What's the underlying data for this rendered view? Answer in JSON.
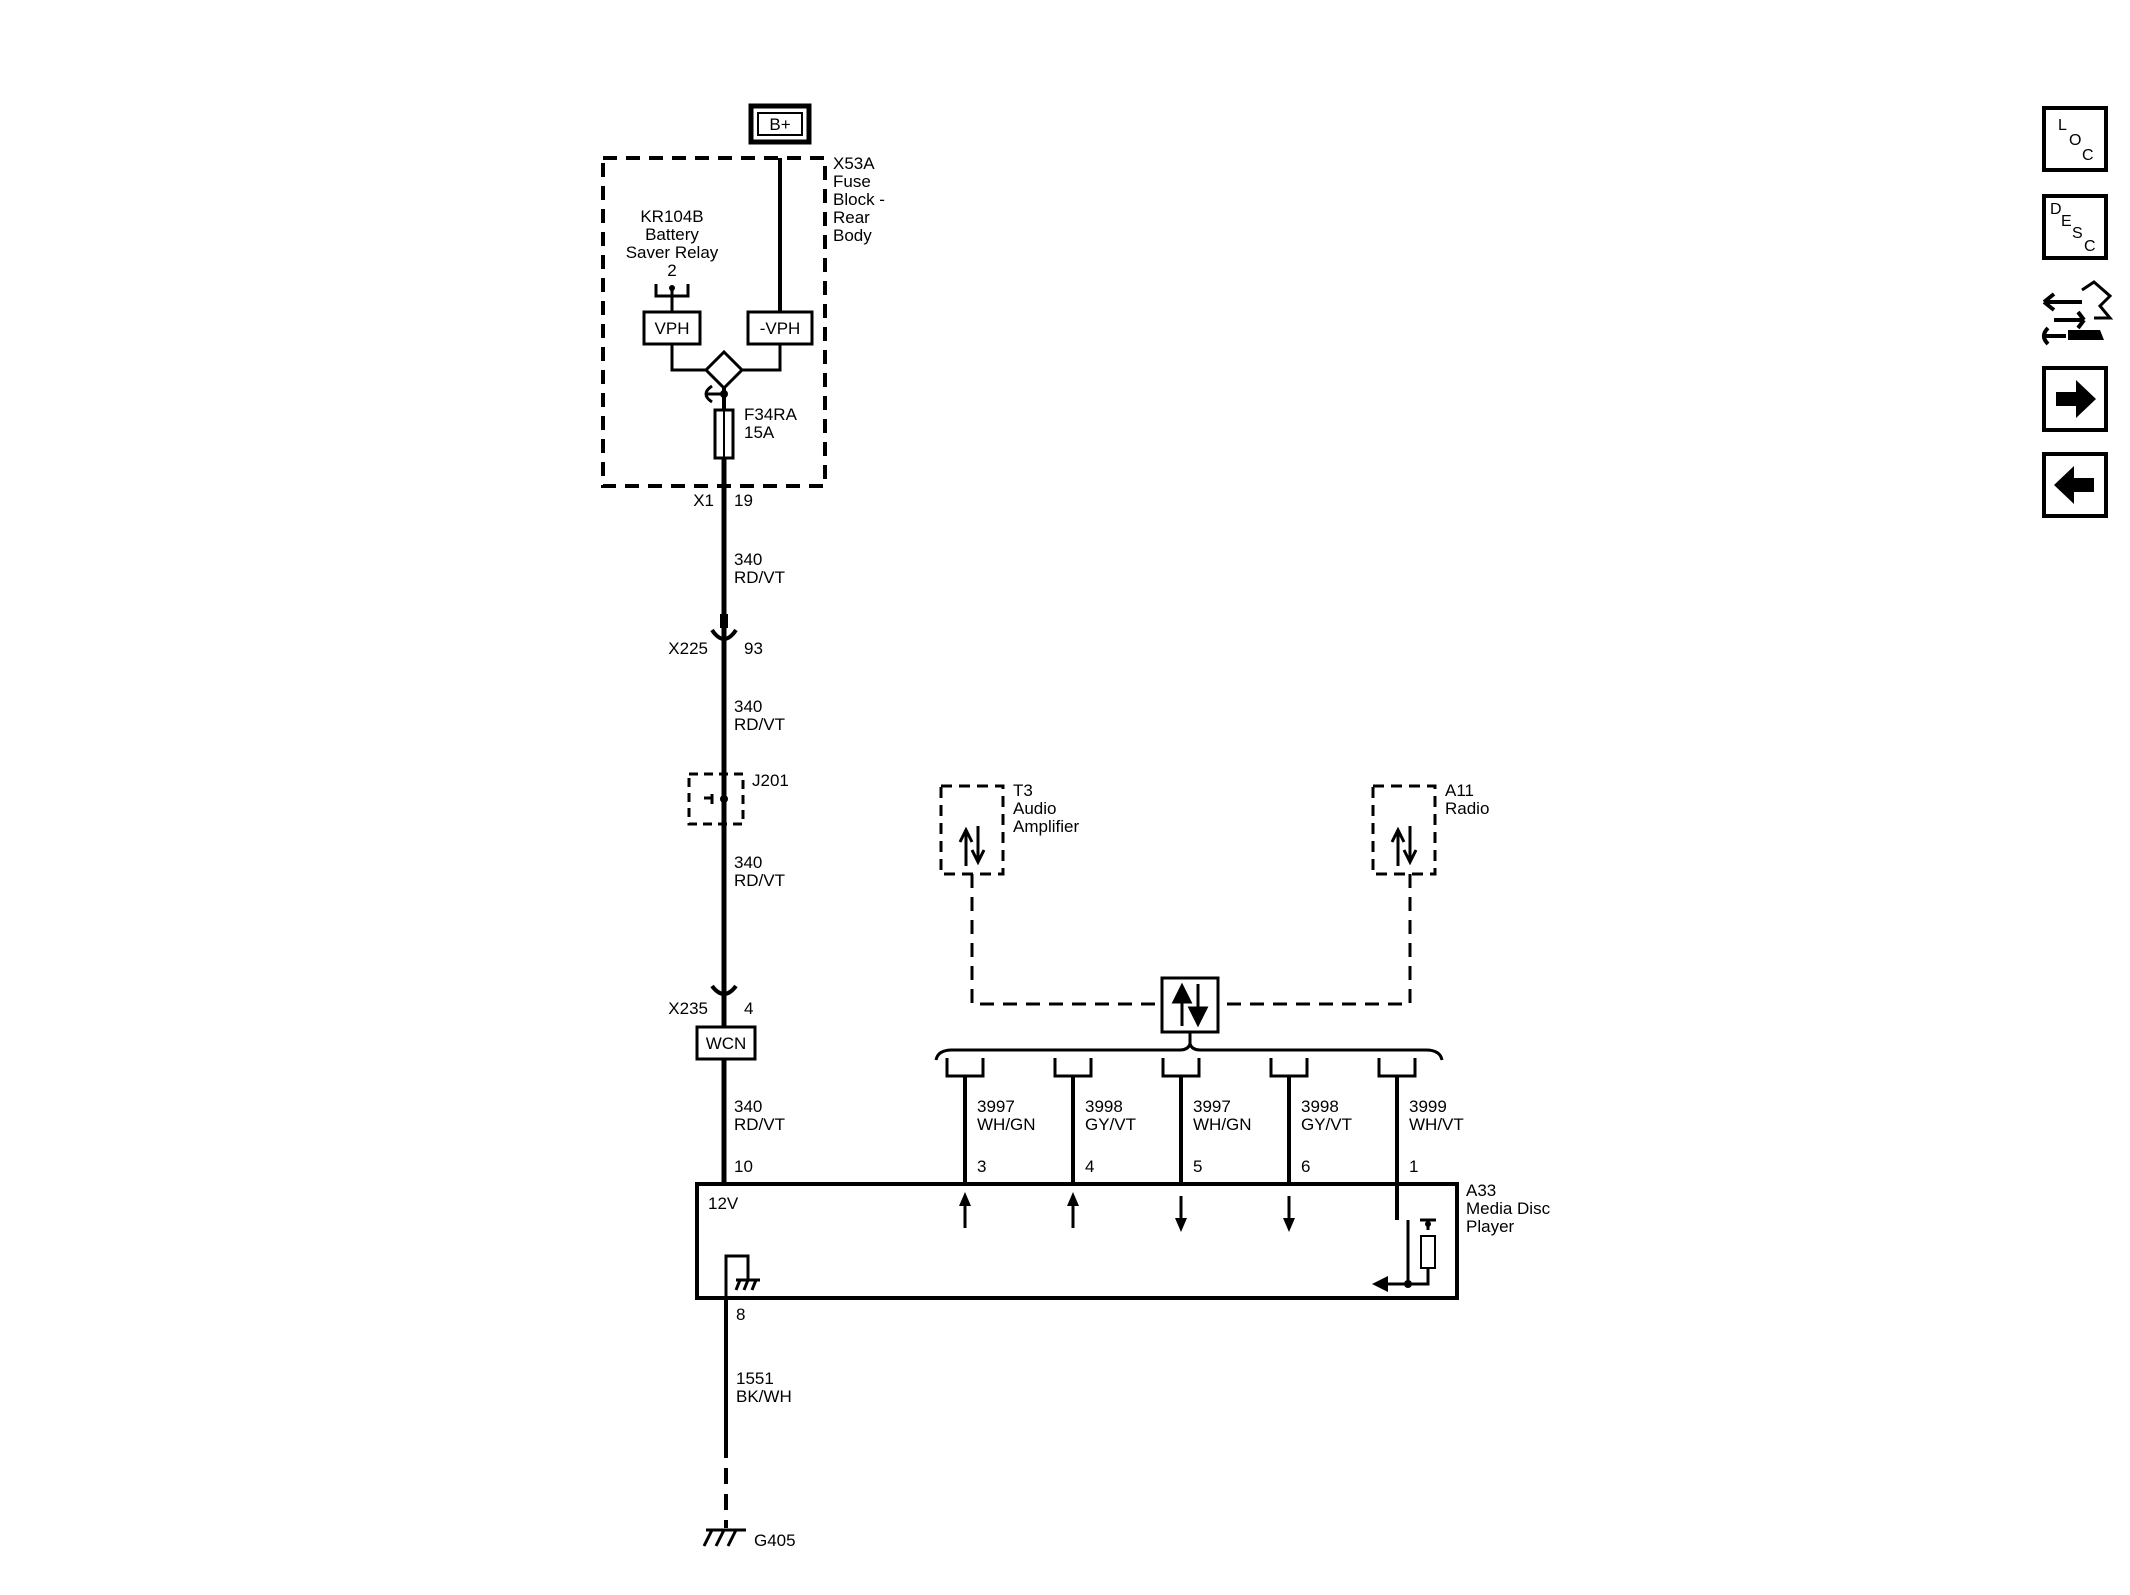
{
  "power": {
    "label": "B+"
  },
  "fuse_block": {
    "lines": [
      "X53A",
      "Fuse",
      "Block -",
      "Rear",
      "Body"
    ]
  },
  "relay": {
    "lines": [
      "KR104B",
      "Battery",
      "Saver Relay"
    ],
    "pin": "2",
    "vph": "VPH",
    "neg_vph": "-VPH"
  },
  "fuse": {
    "lines": [
      "F34RA",
      "15A"
    ]
  },
  "x1": {
    "conn": "X1",
    "pin": "19"
  },
  "wire1": {
    "circuit": "340",
    "color": "RD/VT"
  },
  "x225": {
    "conn": "X225",
    "pin": "93"
  },
  "wire2": {
    "circuit": "340",
    "color": "RD/VT"
  },
  "splice": {
    "label": "J201"
  },
  "wire3": {
    "circuit": "340",
    "color": "RD/VT"
  },
  "x235": {
    "conn": "X235",
    "pin": "4"
  },
  "wcn": {
    "label": "WCN"
  },
  "wire4": {
    "circuit": "340",
    "color": "RD/VT"
  },
  "amplifier": {
    "lines": [
      "T3",
      "Audio",
      "Amplifier"
    ]
  },
  "radio": {
    "lines": [
      "A11",
      "Radio"
    ]
  },
  "signal_wires": [
    {
      "circuit": "3997",
      "color": "WH/GN",
      "pin": "3",
      "dir": "up"
    },
    {
      "circuit": "3998",
      "color": "GY/VT",
      "pin": "4",
      "dir": "up"
    },
    {
      "circuit": "3997",
      "color": "WH/GN",
      "pin": "5",
      "dir": "down"
    },
    {
      "circuit": "3998",
      "color": "GY/VT",
      "pin": "6",
      "dir": "down"
    },
    {
      "circuit": "3999",
      "color": "WH/VT",
      "pin": "1",
      "dir": "terminated"
    }
  ],
  "module": {
    "lines": [
      "A33",
      "Media Disc",
      "Player"
    ],
    "supply_label": "12V",
    "supply_pin": "10",
    "ground_pin": "8"
  },
  "ground_wire": {
    "circuit": "1551",
    "color": "BK/WH"
  },
  "ground": {
    "label": "G405"
  },
  "nav": {
    "loc": [
      "L",
      "O",
      "C"
    ],
    "desc": [
      "D",
      "E",
      "S",
      "C"
    ]
  }
}
